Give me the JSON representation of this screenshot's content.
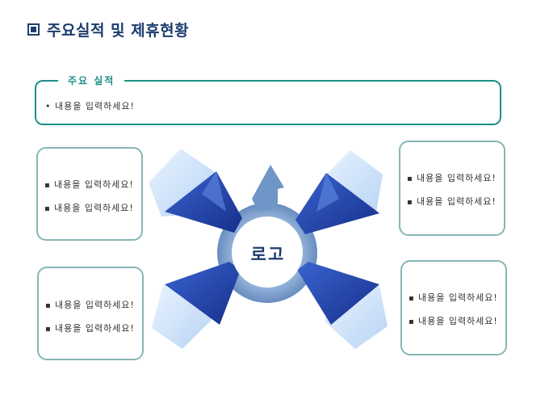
{
  "header": {
    "title": "주요실적 및 제휴현황"
  },
  "top_section": {
    "legend": "주요 실적",
    "item": "• 내용을 입력하세요!"
  },
  "boxes": {
    "top_left": {
      "items": [
        "내용을 입력하세요!",
        "내용을 입력하세요!"
      ]
    },
    "bottom_left": {
      "items": [
        "내용을 입력하세요!",
        "내용을 입력하세요!"
      ]
    },
    "top_right": {
      "items": [
        "내용을 입력하세요!",
        "내용을 입력하세요!"
      ]
    },
    "bottom_right": {
      "items": [
        "내용을 입력하세요!",
        "내용을 입력하세요!"
      ]
    }
  },
  "center": {
    "logo": "로고"
  },
  "colors": {
    "title": "#1d3d6e",
    "teal_border": "#1d9088",
    "box_border": "#86b6b5",
    "arrow_blue": "#1f45b8"
  }
}
